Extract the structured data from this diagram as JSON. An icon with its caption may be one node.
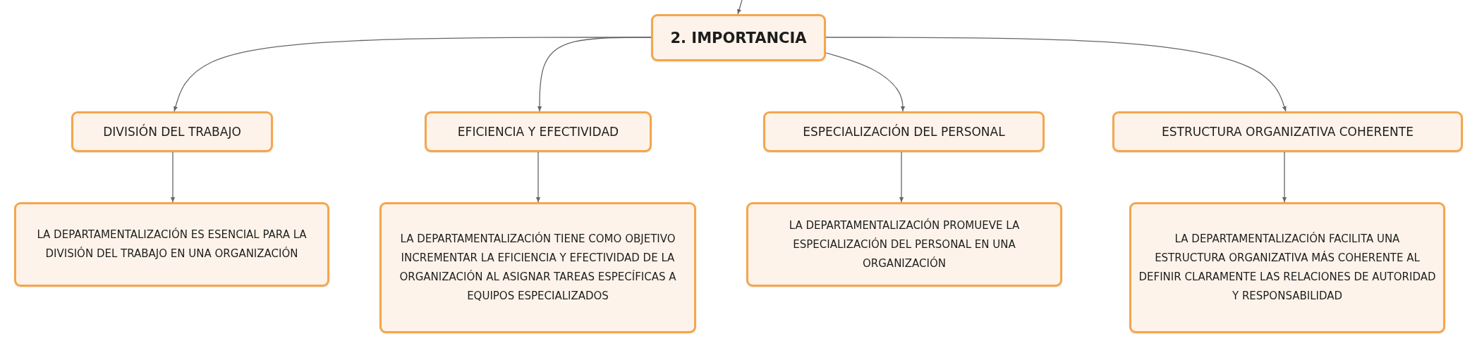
{
  "diagram": {
    "nodes": [
      {
        "text": [
          "2. IMPORTANCIA"
        ]
      },
      {
        "text": [
          "DIVISIÓN DEL TRABAJO"
        ]
      },
      {
        "text": [
          "EFICIENCIA Y EFECTIVIDAD"
        ]
      },
      {
        "text": [
          "ESPECIALIZACIÓN DEL PERSONAL"
        ]
      },
      {
        "text": [
          "ESTRUCTURA ORGANIZATIVA COHERENTE"
        ]
      },
      {
        "text": [
          "LA DEPARTAMENTALIZACIÓN ES ESENCIAL PARA LA DIVISIÓN DEL TRABAJO EN UNA ORGANIZACIÓN"
        ]
      },
      {
        "text": [
          "LA DEPARTAMENTALIZACIÓN TIENE COMO OBJETIVO INCREMENTAR LA EFICIENCIA Y EFECTIVIDAD DE LA ORGANIZACIÓN AL ASIGNAR TAREAS ESPECÍFICAS A EQUIPOS ESPECIALIZADOS"
        ]
      },
      {
        "text": [
          "LA DEPARTAMENTALIZACIÓN PROMUEVE LA ESPECIALIZACIÓN DEL PERSONAL EN UNA ORGANIZACIÓN"
        ]
      },
      {
        "text": [
          "LA DEPARTAMENTALIZACIÓN FACILITA UNA ESTRUCTURA ORGANIZATIVA MÁS COHERENTE AL DEFINIR CLARAMENTE LAS RELACIONES DE AUTORIDAD Y RESPONSABILIDAD"
        ]
      }
    ],
    "edges": [
      {
        "from": null,
        "to": 0,
        "arrow": "to"
      },
      {
        "from": 0,
        "to": 1,
        "arrow": "to"
      },
      {
        "from": 0,
        "to": 2,
        "arrow": "to"
      },
      {
        "from": 0,
        "to": 3,
        "arrow": "to"
      },
      {
        "from": 0,
        "to": 4,
        "arrow": "to"
      },
      {
        "from": 1,
        "to": 5,
        "arrow": "to"
      },
      {
        "from": 2,
        "to": 6,
        "arrow": "to"
      },
      {
        "from": 3,
        "to": 7,
        "arrow": "to"
      },
      {
        "from": 4,
        "to": 8,
        "arrow": "to"
      }
    ]
  }
}
